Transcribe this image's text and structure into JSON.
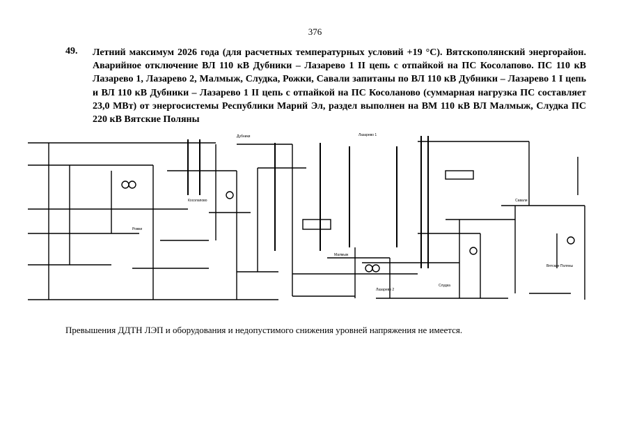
{
  "page": {
    "number": "376",
    "item_number": "49.",
    "heading_text": "Летний максимум 2026 года (для расчетных температурных условий +19 °С). Вятскополянский энергорайон. Аварийное отключение ВЛ 110 кВ Дубники – Лазарево 1 II цепь с отпайкой на ПС Косолапово. ПС 110 кВ Лазарево 1, Лазарево 2, Малмыж, Слудка, Рожки, Савали запитаны по ВЛ 110 кВ Дубники – Лазарево 1 I цепь и ВЛ 110 кВ Дубники – Лазарево 1 II цепь с отпайкой на ПС Косоланово (суммарная нагрузка ПС составляет 23,0 МВт) от энергосистемы Республики Марий Эл, раздел выполнен на ВМ 110 кВ ВЛ Малмыж, Слудка ПС 220 кВ Вятские Поляны",
    "note": "Превышения ДДТН ЛЭП и оборудования и недопустимого снижения уровней напряжения не имеется."
  },
  "scheme": {
    "labels": {
      "dubniki": "Дубники",
      "lazarevo1": "Лазарево 1",
      "lazarevo2": "Лазарево 2",
      "kosolapovo": "Косолапово",
      "malmyzh": "Малмыж",
      "sludka": "Слудка",
      "rozhki": "Рожки",
      "savali": "Савали",
      "vyatskie_polyany": "Вятские Поляны"
    }
  }
}
